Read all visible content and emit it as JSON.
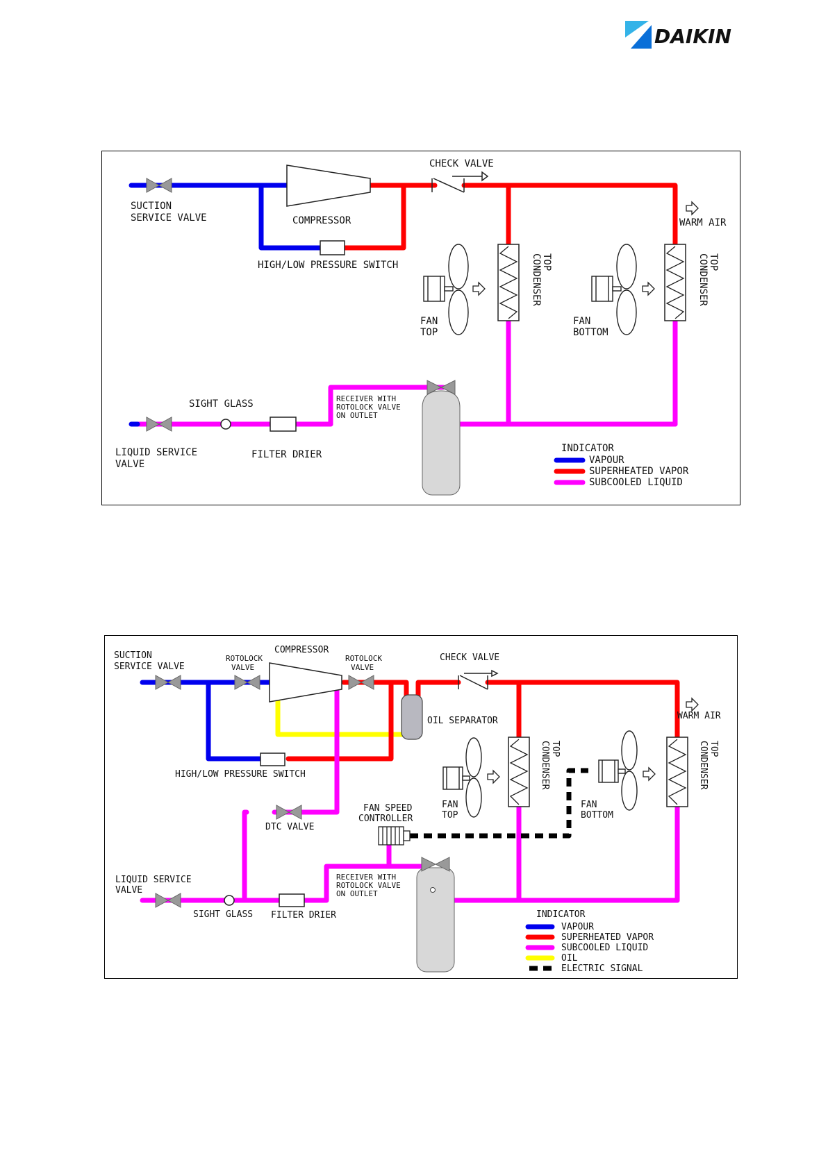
{
  "header": {
    "logo_text": "DAIKIN"
  },
  "colors": {
    "vapour": "#0000ee",
    "superheated": "#ff0000",
    "subcooled": "#ff00ff",
    "oil": "#ffff00",
    "signal": "#000000",
    "brand": "#0a6fd8"
  },
  "diagram1": {
    "suction_1": "SUCTION",
    "suction_2": "SERVICE VALVE",
    "compressor": "COMPRESSOR",
    "check_valve": "CHECK VALVE",
    "warm_air": "WARM AIR",
    "hlps": "HIGH/LOW PRESSURE SWITCH",
    "fan_top_1": "FAN",
    "fan_top_2": "TOP",
    "fan_bottom_1": "FAN",
    "fan_bottom_2": "BOTTOM",
    "condenser_1": "CONDENSER",
    "condenser_2": "TOP",
    "receiver_1": "RECEIVER WITH",
    "receiver_2": "ROTOLOCK VALVE",
    "receiver_3": "ON OUTLET",
    "sight_glass": "SIGHT GLASS",
    "liquid_1": "LIQUID SERVICE",
    "liquid_2": "VALVE",
    "filter": "FILTER DRIER",
    "legend": {
      "title": "INDICATOR",
      "vapour": "VAPOUR",
      "superheated": "SUPERHEATED VAPOR",
      "subcooled": "SUBCOOLED LIQUID"
    }
  },
  "diagram2": {
    "suction_1": "SUCTION",
    "suction_2": "SERVICE VALVE",
    "rotolock_1": "ROTOLOCK",
    "rotolock_2": "VALVE",
    "compressor": "COMPRESSOR",
    "check_valve": "CHECK VALVE",
    "warm_air": "WARM AIR",
    "oil_separator": "OIL SEPARATOR",
    "hlps": "HIGH/LOW PRESSURE SWITCH",
    "dtc_valve": "DTC VALVE",
    "fan_speed_1": "FAN SPEED",
    "fan_speed_2": "CONTROLLER",
    "fan_top_1": "FAN",
    "fan_top_2": "TOP",
    "fan_bottom_1": "FAN",
    "fan_bottom_2": "BOTTOM",
    "condenser_1": "CONDENSER",
    "condenser_2": "TOP",
    "receiver_1": "RECEIVER WITH",
    "receiver_2": "ROTOLOCK VALVE",
    "receiver_3": "ON OUTLET",
    "liquid_1": "LIQUID SERVICE",
    "liquid_2": "VALVE",
    "sight_glass": "SIGHT GLASS",
    "filter": "FILTER DRIER",
    "legend": {
      "title": "INDICATOR",
      "vapour": "VAPOUR",
      "superheated": "SUPERHEATED VAPOR",
      "subcooled": "SUBCOOLED LIQUID",
      "oil": "OIL",
      "signal": "ELECTRIC SIGNAL"
    }
  }
}
